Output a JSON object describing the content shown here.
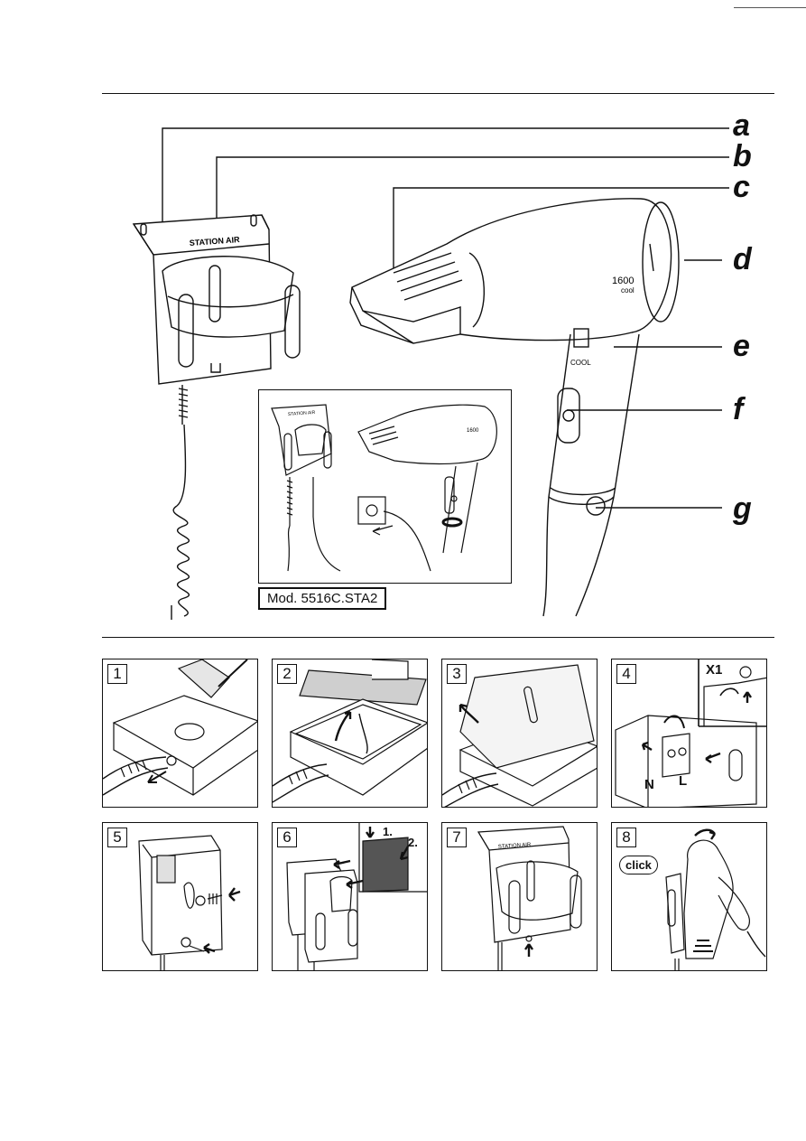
{
  "main_diagram": {
    "part_labels": [
      "a",
      "b",
      "c",
      "d",
      "e",
      "f",
      "g"
    ],
    "holder_brand_text": "STATION AIR",
    "dryer_power_text": "1600",
    "dryer_mode_text": "cool",
    "switch_label": "COOL"
  },
  "inset": {
    "model_label": "Mod. 5516C.STA2",
    "holder_brand_text": "STATION AIR",
    "dryer_power_text": "1600"
  },
  "steps": [
    {
      "number": "1"
    },
    {
      "number": "2"
    },
    {
      "number": "3"
    },
    {
      "number": "4",
      "tags": [
        "X1",
        "N",
        "L"
      ]
    },
    {
      "number": "5"
    },
    {
      "number": "6",
      "tags": [
        "1.",
        "2."
      ]
    },
    {
      "number": "7",
      "holder_brand_text": "STATION AIR"
    },
    {
      "number": "8",
      "callout": "click"
    }
  ],
  "colors": {
    "ink": "#111111",
    "paper": "#ffffff",
    "shade": "#cfcfcf"
  }
}
